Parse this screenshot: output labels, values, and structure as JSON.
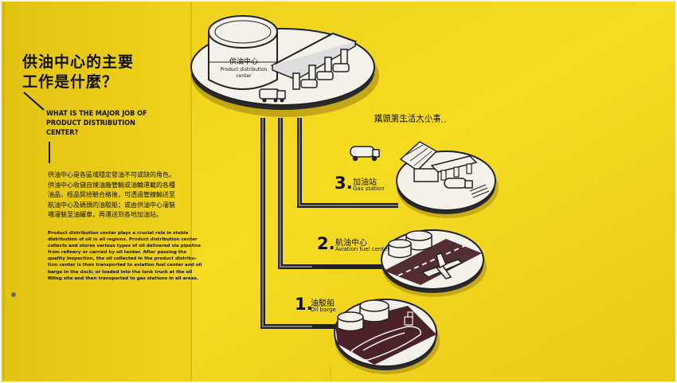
{
  "heading": {
    "title_zh_line1": "供油中心的主要",
    "title_zh_line2": "工作是什麼？",
    "title_en_line1": "WHAT IS THE MAJOR JOB OF",
    "title_en_line2": "PRODUCT DISTRIBUTION CENTER?"
  },
  "description": {
    "zh": [
      "供油中心是各區域穩定發油不可或缺的角色。",
      "供油中心收儲自煉油廠管輸或油輪運載的各種",
      "油品，經品質檢驗合格後，可透過管線輸送至",
      "航油中心及碼頭的油駁船；或由供油中心灌裝",
      "場灌裝至油罐車，再運送到各地加油站。"
    ],
    "en": [
      "Product distribution center plays a crucial role in stable",
      "distribution of oil in all regions. Product distribution center",
      "collects and stores various types of oil delivered via pipeline",
      "from refinery or carried by oil tanker. After passing the",
      "quality inspection, the oil collected in the product distribu-",
      "tion center is then transported to aviation fuel center and oil",
      "barge in the dock; or loaded into the tank truck at the oil",
      "filling site and then transported to gas stations in all areas."
    ]
  },
  "center": {
    "zh": "供油中心",
    "en_line1": "Product distribution",
    "en_line2": "center"
  },
  "tagline": "鐵頭第生活大小事",
  "destinations": [
    {
      "number": "3.",
      "zh": "加油站",
      "en": "Gas station"
    },
    {
      "number": "2.",
      "zh": "航油中心",
      "en": "Aviation fuel center"
    },
    {
      "number": "1.",
      "zh": "油駁船",
      "en": "Oil barge"
    }
  ],
  "colors": {
    "wall_yellow": "#f3d81d",
    "ink": "#111111",
    "pipe_gray": "#3a3a3a",
    "disc_white": "#f4f1ea",
    "road_maroon": "#4a2228"
  }
}
